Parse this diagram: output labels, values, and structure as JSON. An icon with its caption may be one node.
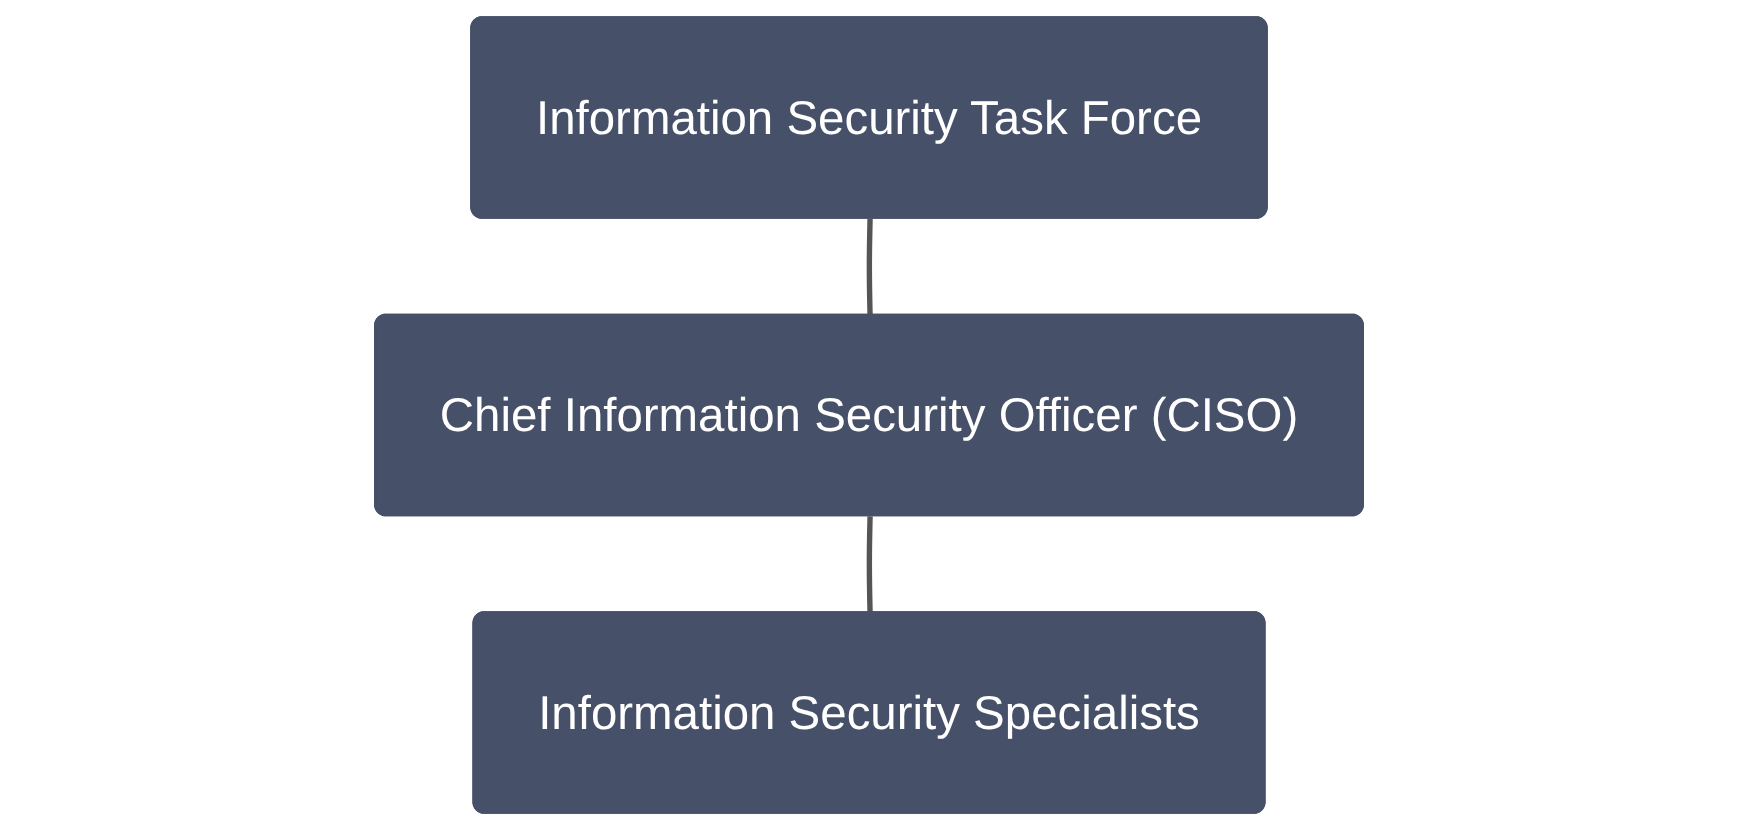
{
  "diagram": {
    "nodes": [
      {
        "text": [
          "Information Security Task Force"
        ]
      },
      {
        "text": [
          "Chief Information Security Officer (CISO)"
        ]
      },
      {
        "text": [
          "Information Security Specialists"
        ]
      }
    ],
    "edges": [
      {
        "from": 0,
        "to": 1,
        "arrow": "none"
      },
      {
        "from": 1,
        "to": 2,
        "arrow": "none"
      }
    ]
  }
}
